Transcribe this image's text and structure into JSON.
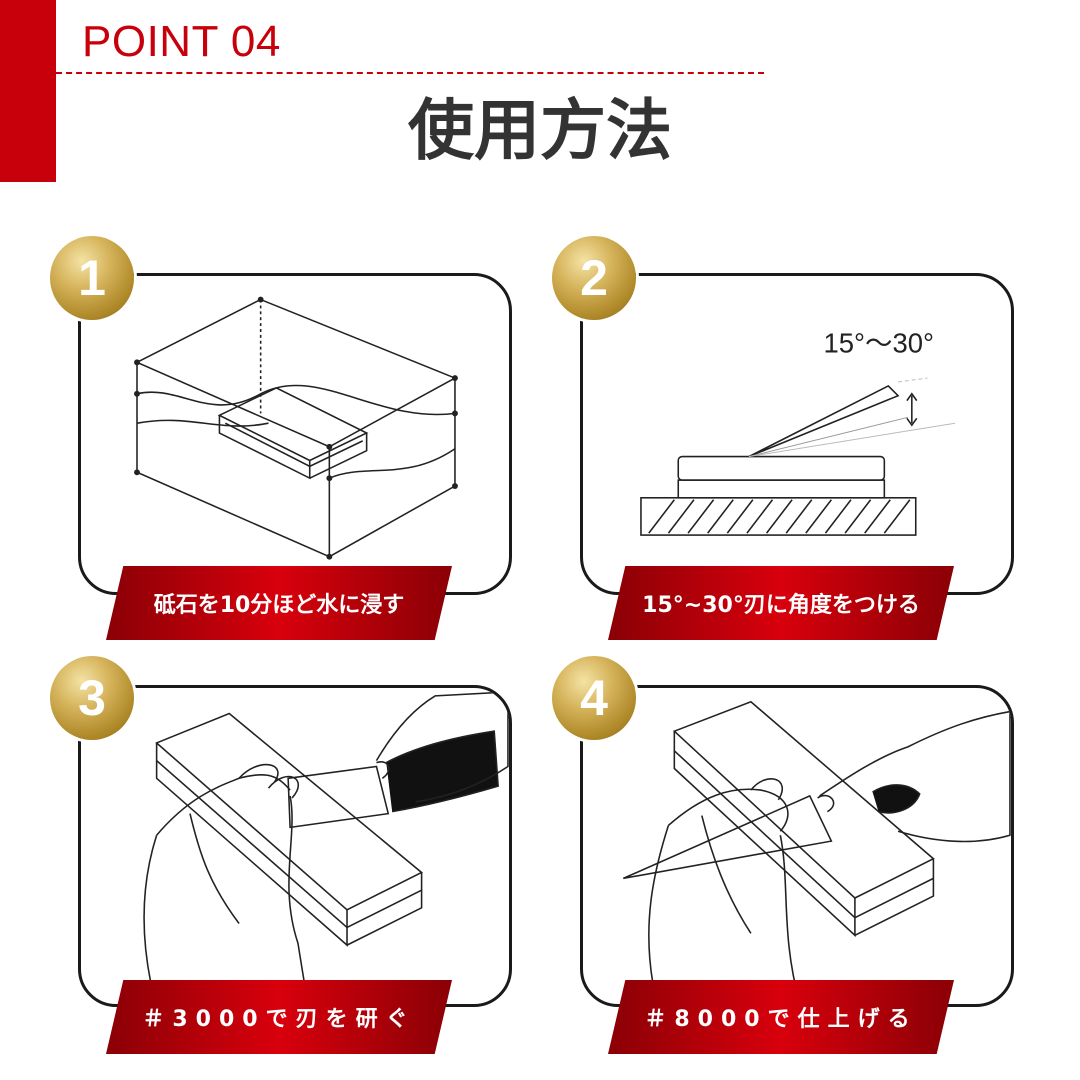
{
  "header": {
    "point_label": "POINT 04",
    "title": "使用方法"
  },
  "steps": [
    {
      "number": "1",
      "caption": "砥石を10分ほど水に浸す"
    },
    {
      "number": "2",
      "caption": "15°~30°刃に角度をつける",
      "angle_label": "15°～30°"
    },
    {
      "number": "3",
      "caption": "＃3000で刃を研ぐ"
    },
    {
      "number": "4",
      "caption": "＃8000で仕上げる"
    }
  ],
  "colors": {
    "accent": "#c8000b",
    "title": "#333333",
    "gold": "#c9a544"
  }
}
